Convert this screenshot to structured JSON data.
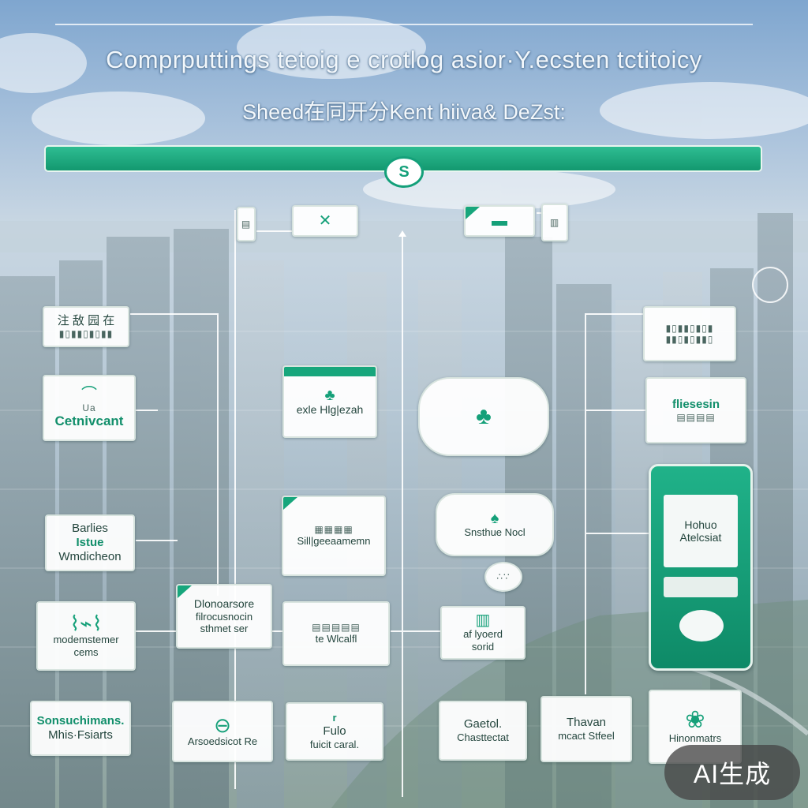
{
  "header": {
    "title": "Comprputtings tetoig e crotlog asior·Y.ecsten tctitoicy",
    "subtitle": "Sheed在同开分Kent hiiva& DeZst:",
    "hub_label": "S"
  },
  "colors": {
    "accent": "#17a67c",
    "accent_dark": "#0e8a67",
    "card_bg": "#ffffff",
    "sky": "#a9c2dc"
  },
  "cards": {
    "top_left": {
      "text": "",
      "icon": "pin-icon"
    },
    "top_right": {
      "text": "",
      "icon": "monitor-icon"
    },
    "left_1": {
      "text": "注 敌 园 在",
      "icon": "barcode-icon"
    },
    "left_2": {
      "label": "Cetnivcant",
      "top": "Ua"
    },
    "left_3": {
      "line1": "Barlies",
      "line2": "Istue",
      "line3": "Wmdicheon"
    },
    "left_4": {
      "line1": "modemstemer cems",
      "icon": "pipeline-icon"
    },
    "left_5": {
      "line1": "Sonsuchimans.",
      "line2": "Mhis·Fsiarts"
    },
    "c1_1": {
      "line1": "exle Hlg|ezah",
      "icon": "tree-icon"
    },
    "c1_2": {
      "line1": "Sill|geeaamemn",
      "icon": "grid-icon"
    },
    "c1_3": {
      "line1": "Dlonoarsore",
      "line2": "filrocusnocin",
      "line3": "sthmet ser"
    },
    "c1_4": {
      "line1": "te Wlcalfl",
      "icon": "table-icon"
    },
    "c1_5": {
      "line1": "Arsoedsicot Re",
      "icon": "leaf-icon"
    },
    "c1_6": {
      "line1": "Fulo",
      "line2": "fuicit caral.",
      "top": "r"
    },
    "c2_1": {
      "line1": "",
      "icon": "tree-icon"
    },
    "c2_2": {
      "line1": "Snsthue Nocl",
      "icon": "tree-icon"
    },
    "c2_3": {
      "line1": "af lyoerd",
      "line2": "sorid"
    },
    "c2_4": {
      "line1": "Gaetol.",
      "line2": "Chasttectat"
    },
    "r_1": {
      "text": "",
      "icon": "barcode-icon"
    },
    "r_2": {
      "line1": "fliesesin",
      "line2": ""
    },
    "r_3": {
      "line1": "Thavan",
      "line2": "mcact Stfeel"
    },
    "r_4": {
      "line1": "Hinonmatrs",
      "icon": "leaf-icon"
    }
  },
  "phone": {
    "line1": "Hohuo",
    "line2": "Atelcsiat"
  },
  "badge": {
    "label": "AI生成"
  }
}
